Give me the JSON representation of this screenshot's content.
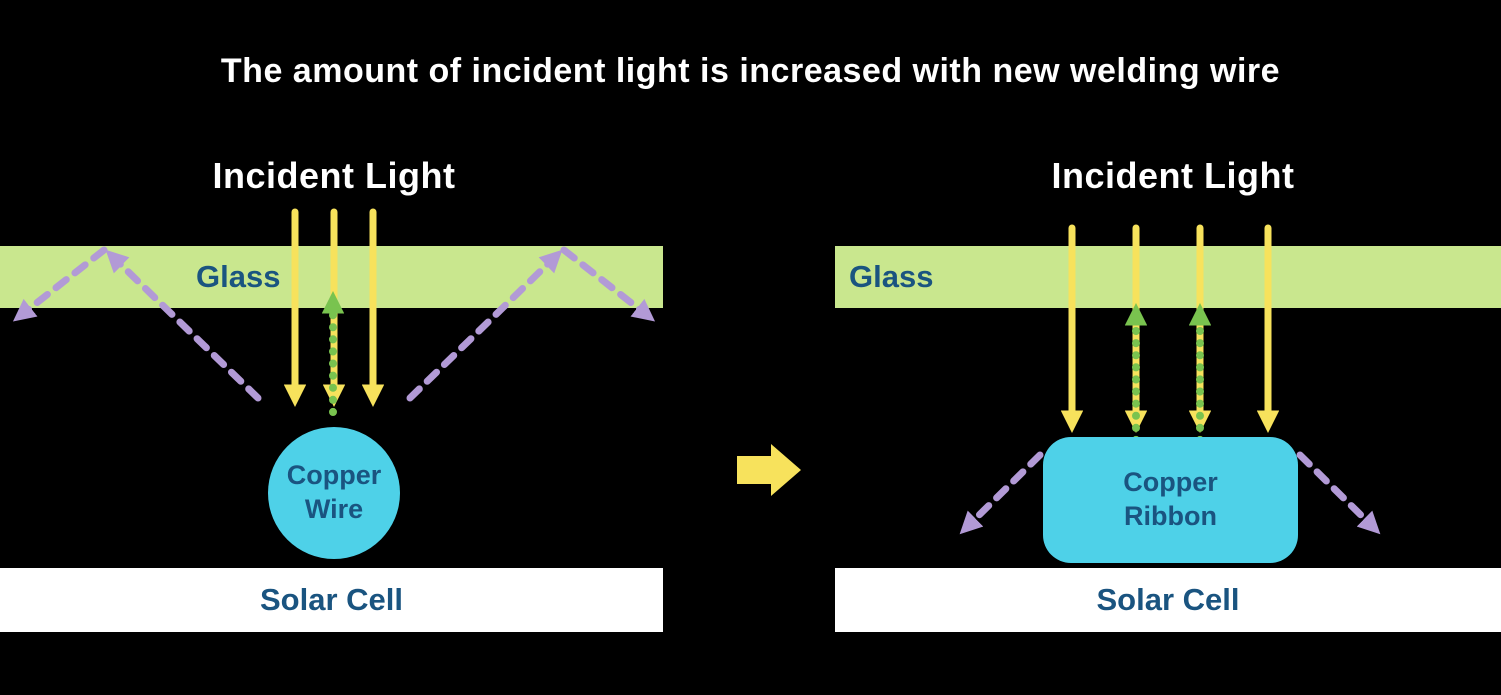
{
  "title": "The amount of incident light is increased with new welding wire",
  "colors": {
    "background": "#000000",
    "title_text": "#ffffff",
    "glass_fill": "#c9e78e",
    "navy": "#1a5480",
    "yellow": "#f7e25c",
    "purple": "#b29ad6",
    "green": "#79c34f",
    "cyan": "#4ed1e8",
    "solar_cell_fill": "#ffffff"
  },
  "left_panel": {
    "incident_light_label": "Incident Light",
    "glass_label": "Glass",
    "copper_label": "Copper Wire",
    "solar_cell_label": "Solar Cell"
  },
  "right_panel": {
    "incident_light_label": "Incident Light",
    "glass_label": "Glass",
    "copper_label": "Copper Ribbon",
    "solar_cell_label": "Solar Cell"
  }
}
